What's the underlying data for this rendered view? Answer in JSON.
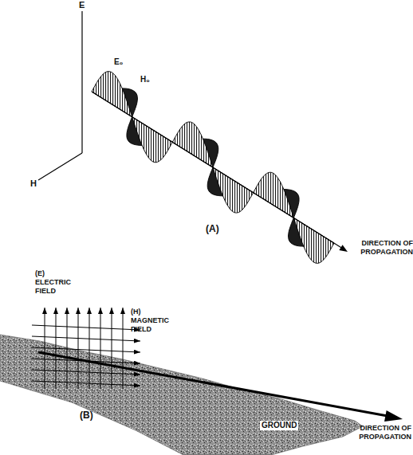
{
  "diagram": {
    "labels": [
      "E",
      "H",
      "E₀",
      "H₀",
      "(A)",
      "DIRECTION OF PROPAGATION",
      "(E) ELECTRIC FIELD",
      "(H) MAGNETIC FIELD",
      "(B)",
      "GROUND",
      "DIRECTION OF PROPAGATION"
    ]
  }
}
